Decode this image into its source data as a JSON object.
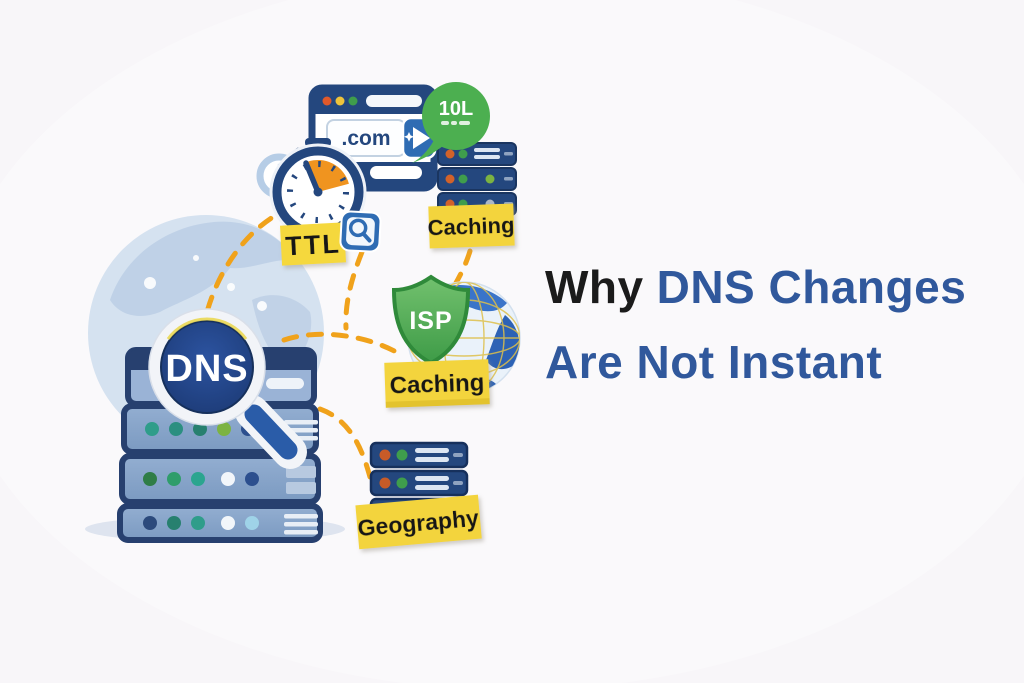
{
  "title": {
    "prefix": "Why",
    "highlight": "DNS Changes",
    "line2": "Are Not Instant"
  },
  "labels": {
    "ttl": "TTL",
    "caching_top": "Caching",
    "caching_middle": "Caching",
    "geography": "Geography"
  },
  "lens": {
    "label": "DNS"
  },
  "shield": {
    "label": "ISP"
  },
  "browser": {
    "address": ".com"
  },
  "bubble": {
    "label": "10L"
  },
  "colors": {
    "background": "#f8f6f9",
    "navy": "#24477e",
    "title_blue": "#30589c",
    "title_black": "#1b1b1b",
    "sticky_yellow": "#f3d43c",
    "dash_orange": "#f0a21b",
    "bubble_green": "#4caf50",
    "shield_green": "#4caf50",
    "stopwatch_orange": "#f0941f",
    "server_steel_blue": "#86a3c8",
    "dot_orange": "#d2622a",
    "dot_green": "#3f9d4c"
  }
}
